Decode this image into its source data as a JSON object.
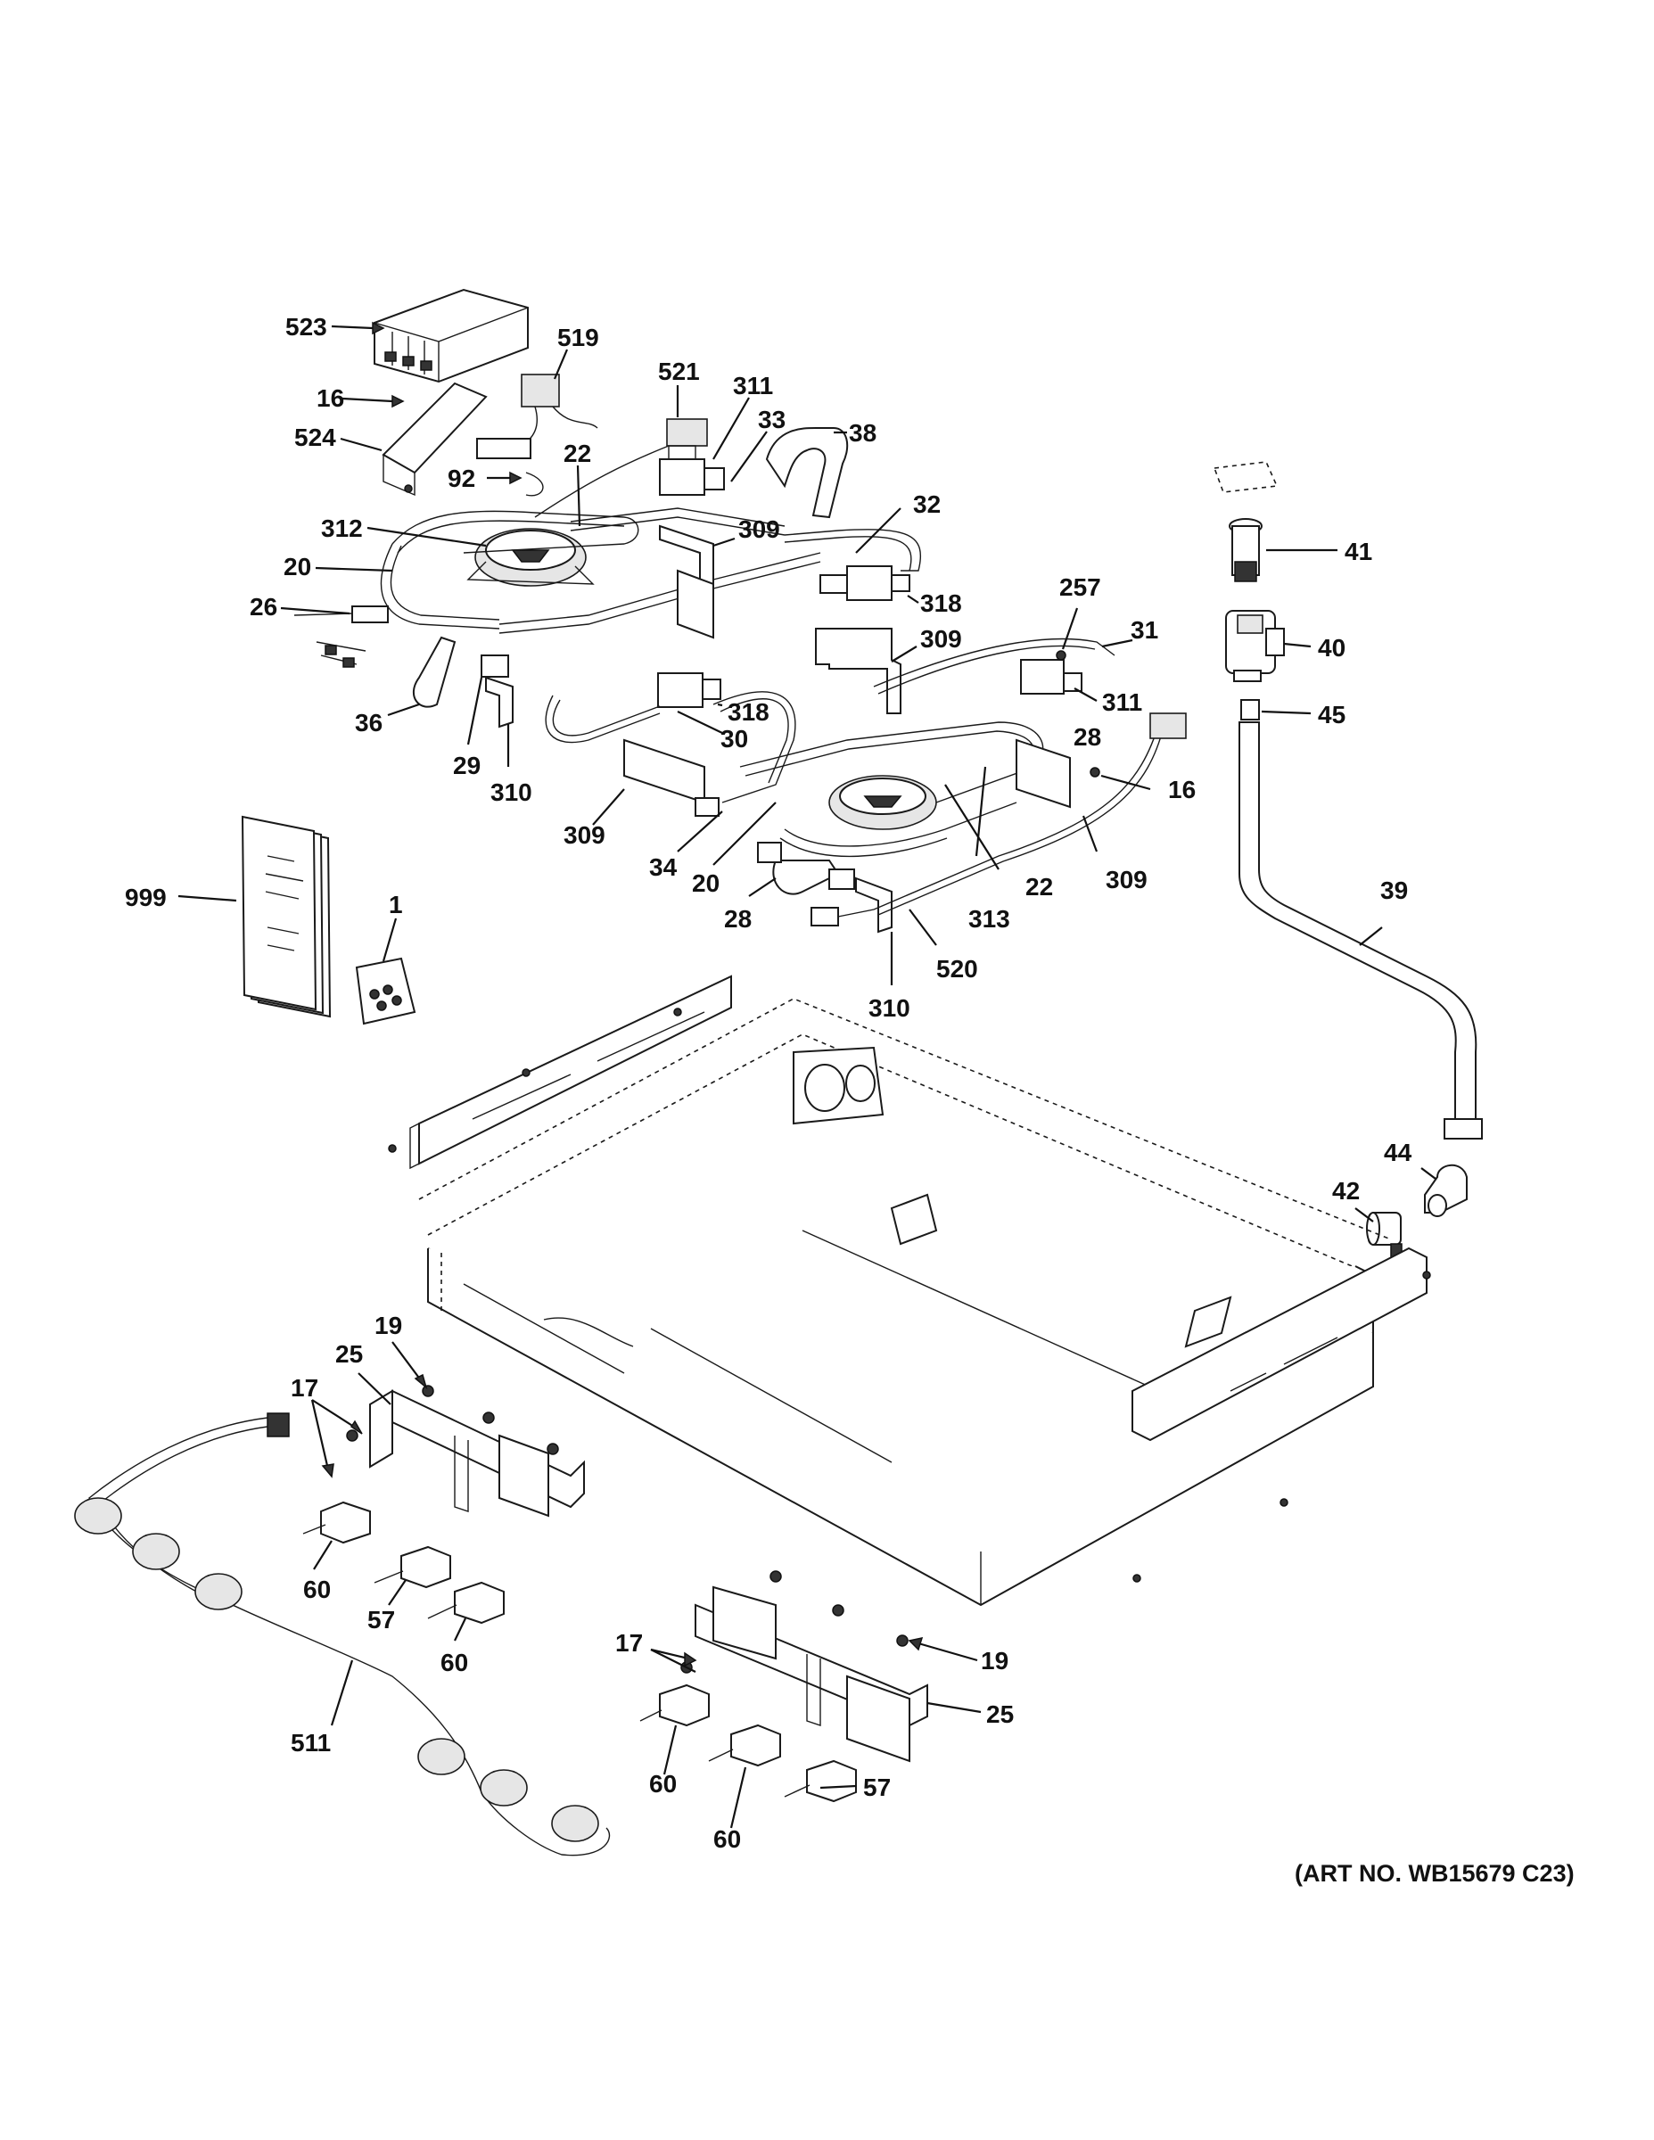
{
  "diagram": {
    "art_number": "(ART NO. WB15679 C23)",
    "callouts": {
      "c523": "523",
      "c519": "519",
      "c521": "521",
      "c311a": "311",
      "c33": "33",
      "c38": "38",
      "c16a": "16",
      "c524": "524",
      "c22a": "22",
      "c92": "92",
      "c312": "312",
      "c309a": "309",
      "c32": "32",
      "c20a": "20",
      "c26": "26",
      "c318a": "318",
      "c257": "257",
      "c31": "31",
      "c309b": "309",
      "c36": "36",
      "c29": "29",
      "c310a": "310",
      "c318b": "318",
      "c30": "30",
      "c311b": "311",
      "c28a": "28",
      "c16b": "16",
      "c309c": "309",
      "c34": "34",
      "c20b": "20",
      "c22b": "22",
      "c309d": "309",
      "c313": "313",
      "c28b": "28",
      "c520": "520",
      "c310b": "310",
      "c41": "41",
      "c40": "40",
      "c45": "45",
      "c39": "39",
      "c999": "999",
      "c1": "1",
      "c44": "44",
      "c42": "42",
      "c19a": "19",
      "c25a": "25",
      "c17a": "17",
      "c60a": "60",
      "c57a": "57",
      "c60b": "60",
      "c511": "511",
      "c17b": "17",
      "c19b": "19",
      "c25b": "25",
      "c60c": "60",
      "c60d": "60",
      "c57b": "57"
    }
  }
}
